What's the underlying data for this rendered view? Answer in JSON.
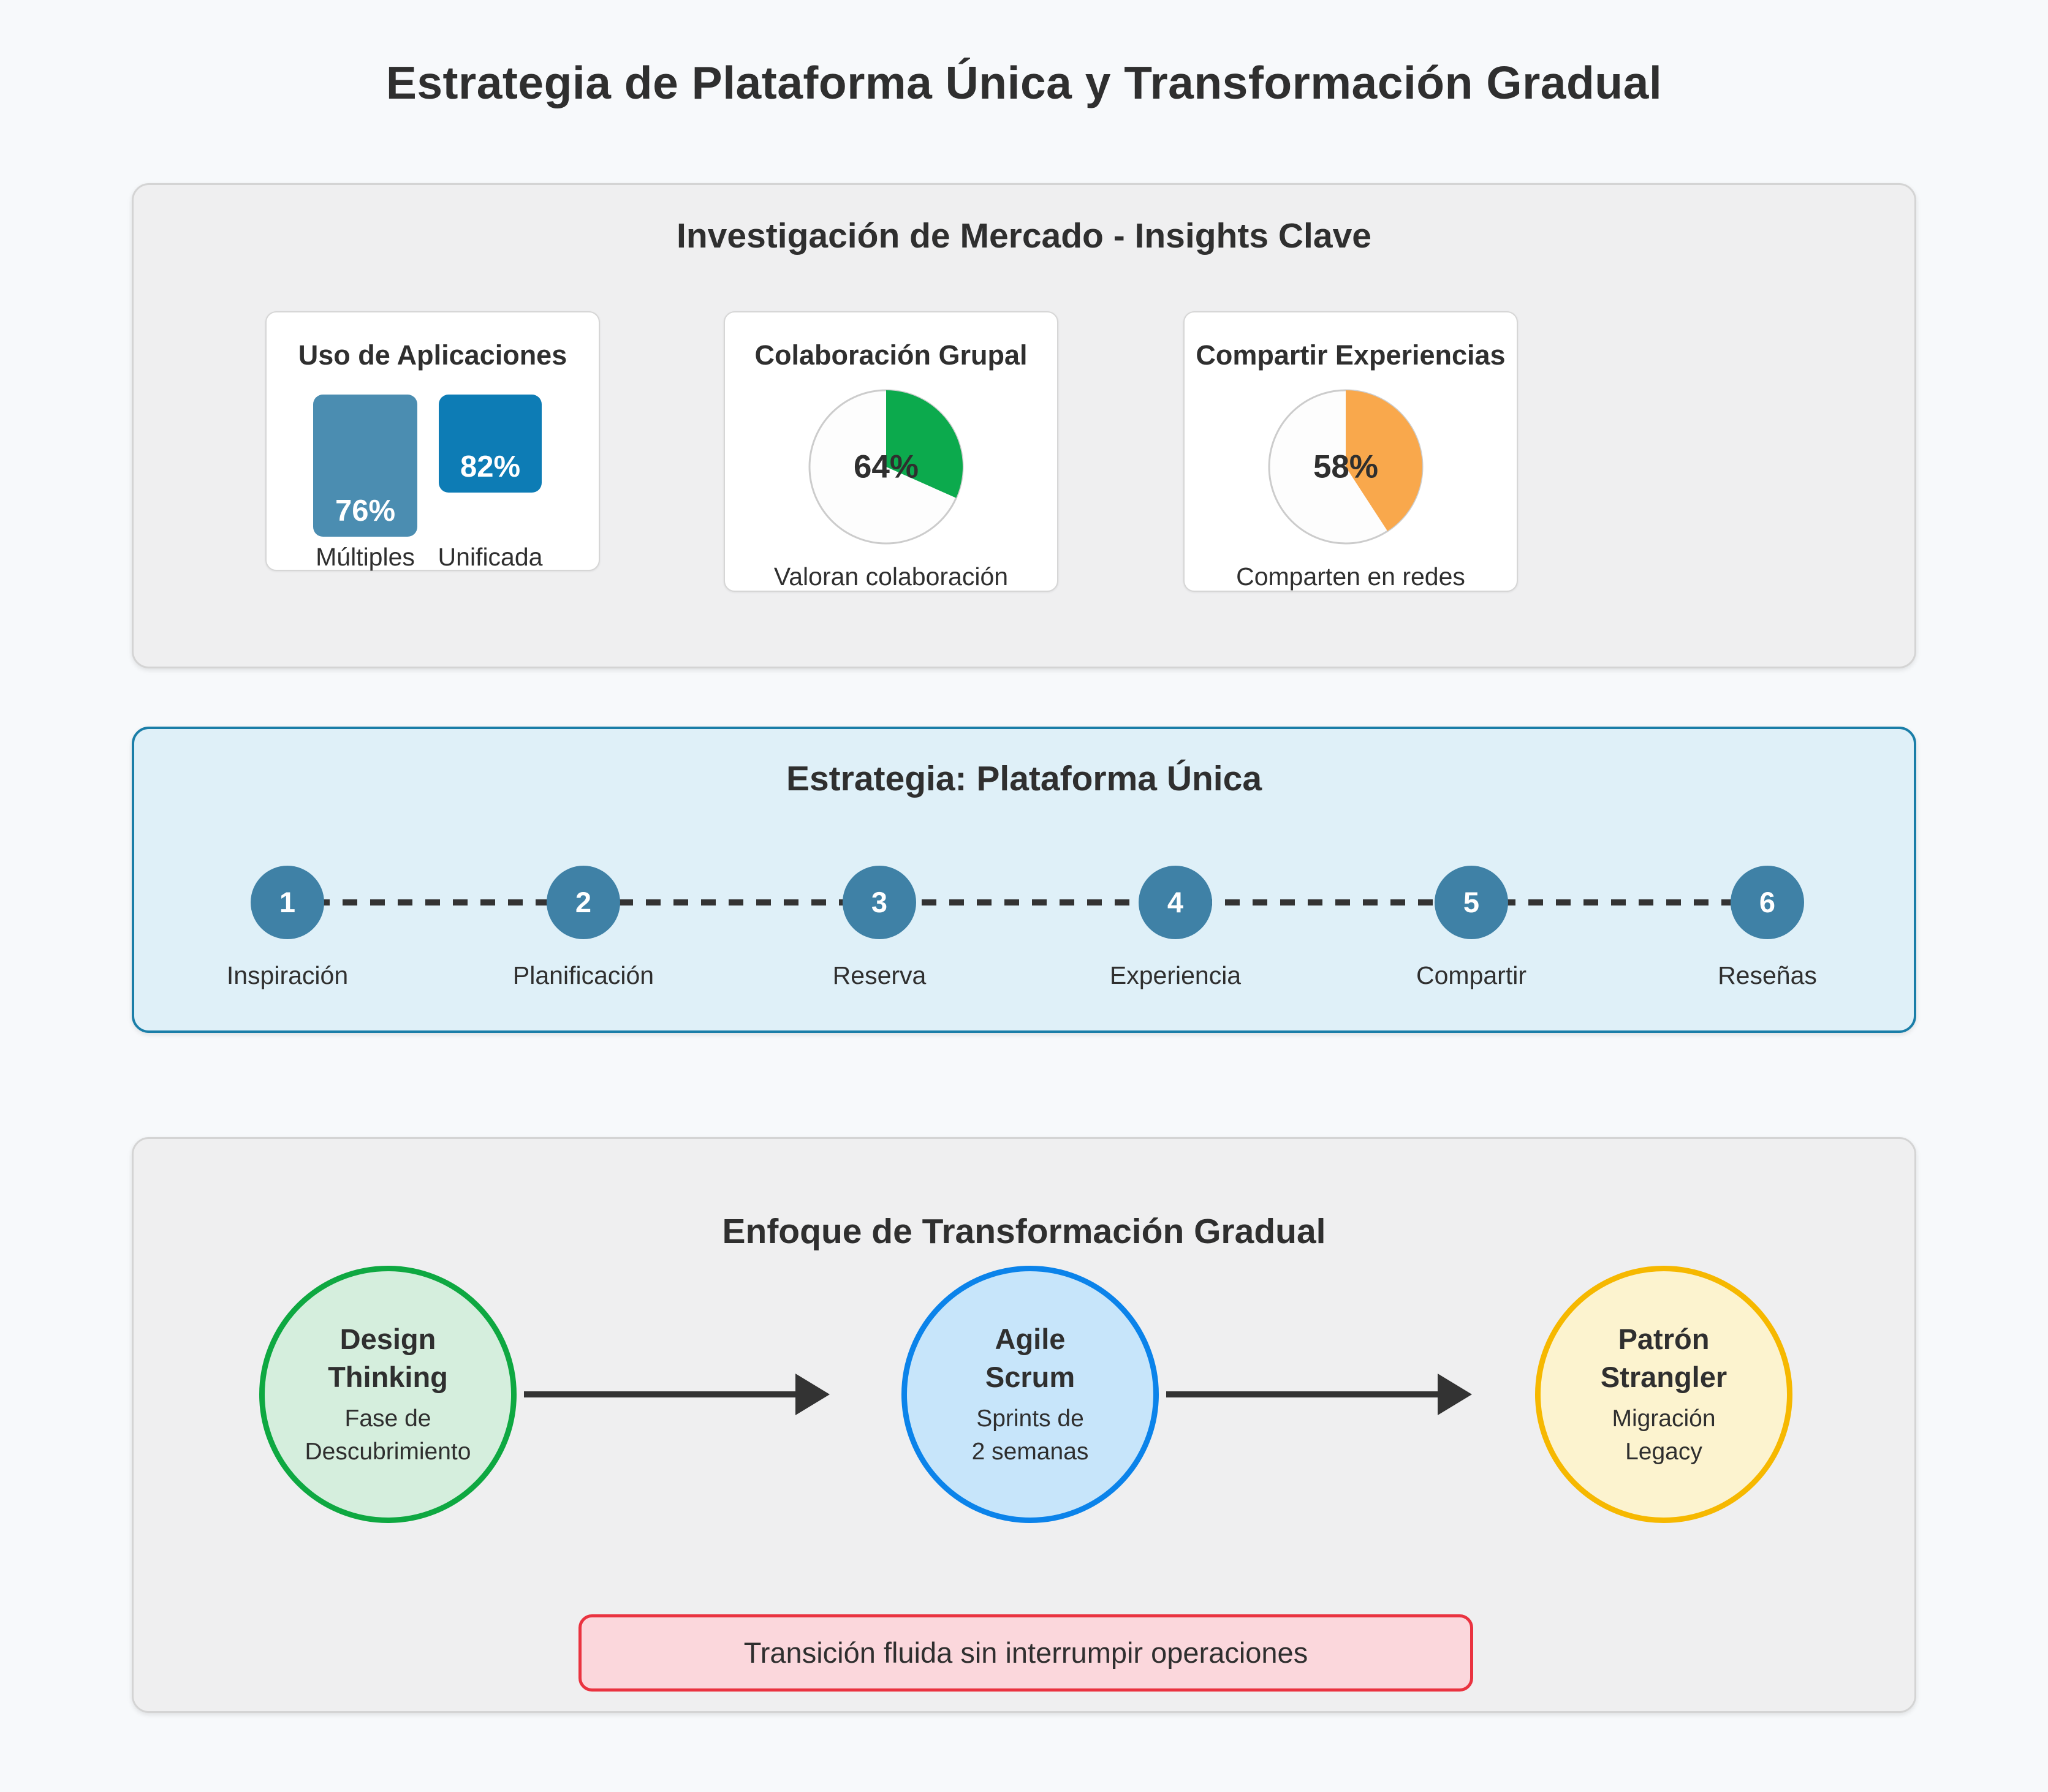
{
  "page": {
    "title": "Estrategia de Plataforma Única y Transformación Gradual"
  },
  "colors": {
    "bar_multiples": "#4b8db1",
    "bar_unificada": "#0d7cb5",
    "pie_green": "#0caa4d",
    "pie_orange": "#f9a84c",
    "timeline_circle": "#3f81a6",
    "section_blue_border": "#1a7ea8",
    "phase_green_border": "#0ea841",
    "phase_blue_border": "#0b83ea",
    "phase_yellow_border": "#f6b800",
    "note_border": "#ea3340",
    "note_fill": "#fbd7dc"
  },
  "research": {
    "title": "Investigación de Mercado - Insights Clave",
    "cards": [
      {
        "title": "Uso de Aplicaciones",
        "bars": [
          {
            "value": "76%",
            "label": "Múltiples"
          },
          {
            "value": "82%",
            "label": "Unificada"
          }
        ]
      },
      {
        "title": "Colaboración Grupal",
        "value": "64%",
        "caption": "Valoran colaboración"
      },
      {
        "title": "Compartir Experiencias",
        "value": "58%",
        "caption": "Comparten en redes"
      }
    ]
  },
  "strategy": {
    "title": "Estrategia: Plataforma Única",
    "steps": [
      {
        "number": "1",
        "label": "Inspiración"
      },
      {
        "number": "2",
        "label": "Planificación"
      },
      {
        "number": "3",
        "label": "Reserva"
      },
      {
        "number": "4",
        "label": "Experiencia"
      },
      {
        "number": "5",
        "label": "Compartir"
      },
      {
        "number": "6",
        "label": "Reseñas"
      }
    ]
  },
  "transformation": {
    "title": "Enfoque de Transformación Gradual",
    "phases": [
      {
        "line1": "Design",
        "line2": "Thinking",
        "sub1": "Fase de",
        "sub2": "Descubrimiento"
      },
      {
        "line1": "Agile",
        "line2": "Scrum",
        "sub1": "Sprints de",
        "sub2": "2 semanas"
      },
      {
        "line1": "Patrón",
        "line2": "Strangler",
        "sub1": "Migración",
        "sub2": "Legacy"
      }
    ],
    "note": "Transición fluida sin interrumpir operaciones"
  },
  "chart_data": [
    {
      "type": "bar",
      "title": "Uso de Aplicaciones",
      "categories": [
        "Múltiples",
        "Unificada"
      ],
      "values": [
        76,
        82
      ],
      "unit": "%",
      "note": "values shown as labels inside bars; drawn bar heights: Múltiples taller than Unificada"
    },
    {
      "type": "pie",
      "title": "Colaboración Grupal",
      "value": 64,
      "unit": "%",
      "label": "Valoran colaboración",
      "center_label": "64%",
      "drawn_wedge_deg": 114,
      "wedge_start": "12 o'clock, clockwise"
    },
    {
      "type": "pie",
      "title": "Compartir Experiencias",
      "value": 58,
      "unit": "%",
      "label": "Comparten en redes",
      "center_label": "58%",
      "drawn_wedge_deg": 147,
      "wedge_start": "12 o'clock, clockwise"
    }
  ]
}
